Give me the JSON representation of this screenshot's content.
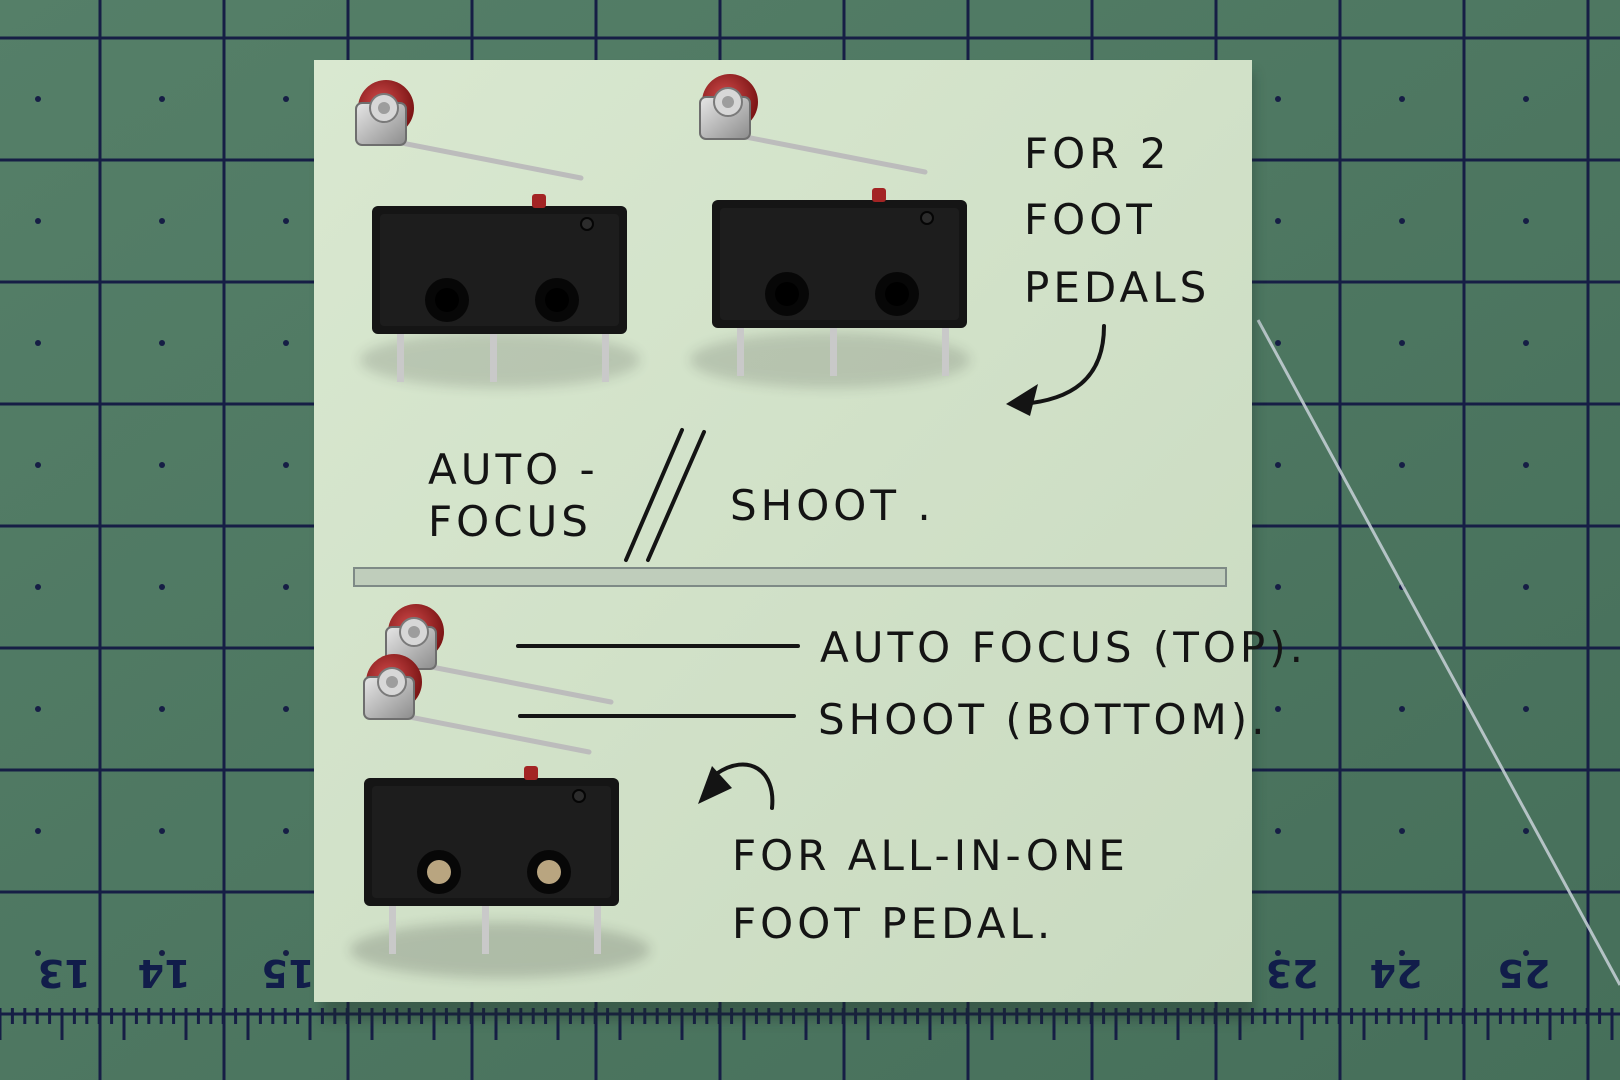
{
  "colors": {
    "mat": "#4f7a63",
    "grid": "#161e45",
    "card": "#d3e3ca",
    "switch_body": "#141414",
    "roller": "#a32424",
    "ink": "#141414"
  },
  "notes": {
    "top_line1": "FOR 2",
    "top_line2": "FOOT",
    "top_line3": "PEDALS",
    "mid_left_line1": "AUTO -",
    "mid_left_line2": "FOCUS",
    "mid_right": "SHOOT .",
    "bottom_label_top": "AUTO FOCUS (TOP).",
    "bottom_label_bottom": "SHOOT (BOTTOM).",
    "bottom_caption_line1": "FOR ALL-IN-ONE",
    "bottom_caption_line2": "FOOT PEDAL."
  },
  "ruler_numbers": [
    "13",
    "14",
    "15",
    "23",
    "24",
    "25"
  ]
}
